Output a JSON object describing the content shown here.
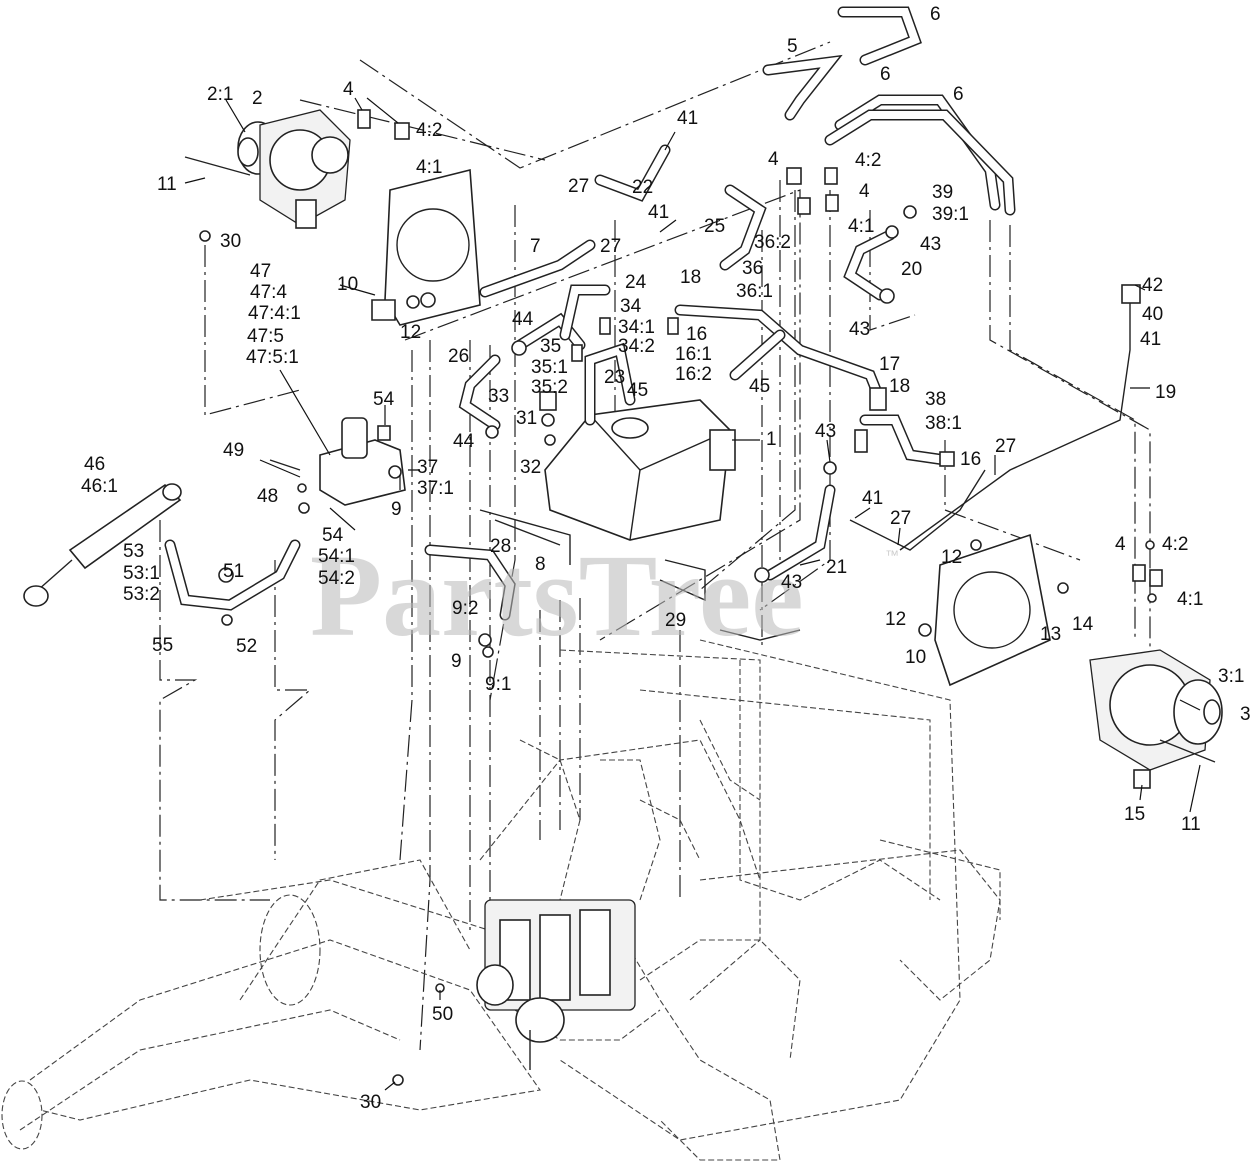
{
  "watermark": {
    "text": "PartsTree",
    "mark": "™"
  },
  "callouts": [
    {
      "id": "c-6a",
      "text": "6"
    },
    {
      "id": "c-5",
      "text": "5"
    },
    {
      "id": "c-6b",
      "text": "6"
    },
    {
      "id": "c-6c",
      "text": "6"
    },
    {
      "id": "c-2-1",
      "text": "2:1"
    },
    {
      "id": "c-2",
      "text": "2"
    },
    {
      "id": "c-4a",
      "text": "4"
    },
    {
      "id": "c-4-2a",
      "text": "4:2"
    },
    {
      "id": "c-4-1a",
      "text": "4:1"
    },
    {
      "id": "c-11a",
      "text": "11"
    },
    {
      "id": "c-41a",
      "text": "41"
    },
    {
      "id": "c-4b",
      "text": "4"
    },
    {
      "id": "c-4-2b",
      "text": "4:2"
    },
    {
      "id": "c-4c",
      "text": "4"
    },
    {
      "id": "c-27a",
      "text": "27"
    },
    {
      "id": "c-22",
      "text": "22"
    },
    {
      "id": "c-39",
      "text": "39"
    },
    {
      "id": "c-39-1",
      "text": "39:1"
    },
    {
      "id": "c-41b",
      "text": "41"
    },
    {
      "id": "c-4-1b",
      "text": "4:1"
    },
    {
      "id": "c-30a",
      "text": "30"
    },
    {
      "id": "c-25",
      "text": "25"
    },
    {
      "id": "c-36-2",
      "text": "36:2"
    },
    {
      "id": "c-43a",
      "text": "43"
    },
    {
      "id": "c-7",
      "text": "7"
    },
    {
      "id": "c-27b",
      "text": "27"
    },
    {
      "id": "c-36",
      "text": "36"
    },
    {
      "id": "c-20",
      "text": "20"
    },
    {
      "id": "c-47",
      "text": "47"
    },
    {
      "id": "c-47-4",
      "text": "47:4"
    },
    {
      "id": "c-47-4-1",
      "text": "47:4:1"
    },
    {
      "id": "c-24",
      "text": "24"
    },
    {
      "id": "c-18a",
      "text": "18"
    },
    {
      "id": "c-36-1",
      "text": "36:1"
    },
    {
      "id": "c-42",
      "text": "42"
    },
    {
      "id": "c-10a",
      "text": "10"
    },
    {
      "id": "c-34",
      "text": "34"
    },
    {
      "id": "c-40",
      "text": "40"
    },
    {
      "id": "c-12a",
      "text": "12"
    },
    {
      "id": "c-44a",
      "text": "44"
    },
    {
      "id": "c-34-1",
      "text": "34:1"
    },
    {
      "id": "c-16a",
      "text": "16"
    },
    {
      "id": "c-43b",
      "text": "43"
    },
    {
      "id": "c-41c",
      "text": "41"
    },
    {
      "id": "c-47-5",
      "text": "47:5"
    },
    {
      "id": "c-34-2",
      "text": "34:2"
    },
    {
      "id": "c-47-5-1",
      "text": "47:5:1"
    },
    {
      "id": "c-35",
      "text": "35"
    },
    {
      "id": "c-16-1",
      "text": "16:1"
    },
    {
      "id": "c-26",
      "text": "26"
    },
    {
      "id": "c-35-1",
      "text": "35:1"
    },
    {
      "id": "c-16-2",
      "text": "16:2"
    },
    {
      "id": "c-17",
      "text": "17"
    },
    {
      "id": "c-23",
      "text": "23"
    },
    {
      "id": "c-35-2",
      "text": "35:2"
    },
    {
      "id": "c-45a",
      "text": "45"
    },
    {
      "id": "c-45b",
      "text": "45"
    },
    {
      "id": "c-18b",
      "text": "18"
    },
    {
      "id": "c-19",
      "text": "19"
    },
    {
      "id": "c-54a",
      "text": "54"
    },
    {
      "id": "c-33",
      "text": "33"
    },
    {
      "id": "c-31",
      "text": "31"
    },
    {
      "id": "c-38",
      "text": "38"
    },
    {
      "id": "c-38-1",
      "text": "38:1"
    },
    {
      "id": "c-44b",
      "text": "44"
    },
    {
      "id": "c-1",
      "text": "1"
    },
    {
      "id": "c-43c",
      "text": "43"
    },
    {
      "id": "c-27c",
      "text": "27"
    },
    {
      "id": "c-49",
      "text": "49"
    },
    {
      "id": "c-32",
      "text": "32"
    },
    {
      "id": "c-16b",
      "text": "16"
    },
    {
      "id": "c-46",
      "text": "46"
    },
    {
      "id": "c-37",
      "text": "37"
    },
    {
      "id": "c-46-1",
      "text": "46:1"
    },
    {
      "id": "c-37-1",
      "text": "37:1"
    },
    {
      "id": "c-48",
      "text": "48"
    },
    {
      "id": "c-9a",
      "text": "9"
    },
    {
      "id": "c-41d",
      "text": "41"
    },
    {
      "id": "c-27d",
      "text": "27"
    },
    {
      "id": "c-54b",
      "text": "54"
    },
    {
      "id": "c-28",
      "text": "28"
    },
    {
      "id": "c-54-1",
      "text": "54:1"
    },
    {
      "id": "c-4d",
      "text": "4"
    },
    {
      "id": "c-4-2c",
      "text": "4:2"
    },
    {
      "id": "c-12b",
      "text": "12"
    },
    {
      "id": "c-53",
      "text": "53"
    },
    {
      "id": "c-54-2",
      "text": "54:2"
    },
    {
      "id": "c-21",
      "text": "21"
    },
    {
      "id": "c-51",
      "text": "51"
    },
    {
      "id": "c-8",
      "text": "8"
    },
    {
      "id": "c-53-1",
      "text": "53:1"
    },
    {
      "id": "c-43d",
      "text": "43"
    },
    {
      "id": "c-53-2",
      "text": "53:2"
    },
    {
      "id": "c-4-1c",
      "text": "4:1"
    },
    {
      "id": "c-9-2",
      "text": "9:2"
    },
    {
      "id": "c-29",
      "text": "29"
    },
    {
      "id": "c-12c",
      "text": "12"
    },
    {
      "id": "c-14",
      "text": "14"
    },
    {
      "id": "c-55",
      "text": "55"
    },
    {
      "id": "c-52",
      "text": "52"
    },
    {
      "id": "c-13",
      "text": "13"
    },
    {
      "id": "c-10b",
      "text": "10"
    },
    {
      "id": "c-9b",
      "text": "9"
    },
    {
      "id": "c-9-1",
      "text": "9:1"
    },
    {
      "id": "c-3-1",
      "text": "3:1"
    },
    {
      "id": "c-3",
      "text": "3"
    },
    {
      "id": "c-15",
      "text": "15"
    },
    {
      "id": "c-11b",
      "text": "11"
    },
    {
      "id": "c-50",
      "text": "50"
    },
    {
      "id": "c-30b",
      "text": "30"
    }
  ]
}
